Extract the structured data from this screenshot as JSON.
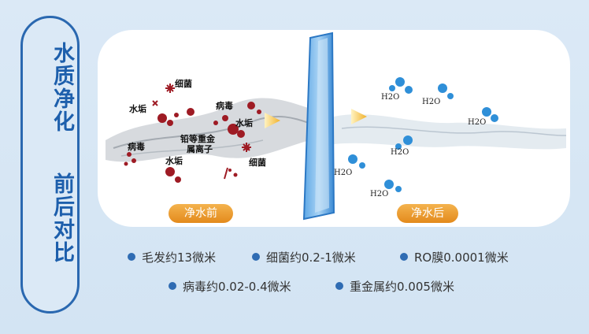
{
  "side_title": {
    "line1": "水质净化",
    "line2": "前后对比"
  },
  "before_label": "净水前",
  "after_label": "净水后",
  "contaminant_labels": [
    "细菌",
    "水垢",
    "病毒",
    "水垢",
    "铅等重金",
    "属离子",
    "病毒",
    "水垢",
    "细菌"
  ],
  "h2o_label": "H2O",
  "legend": [
    "毛发约13微米",
    "细菌约0.2-1微米",
    "RO膜0.0001微米",
    "病毒约0.02-0.4微米",
    "重金属约0.005微米"
  ],
  "colors": {
    "accent": "#2a68b0",
    "pill": "#ea9a2e",
    "water_after": "#2f8fd8",
    "contaminant": "#9e1b24"
  }
}
